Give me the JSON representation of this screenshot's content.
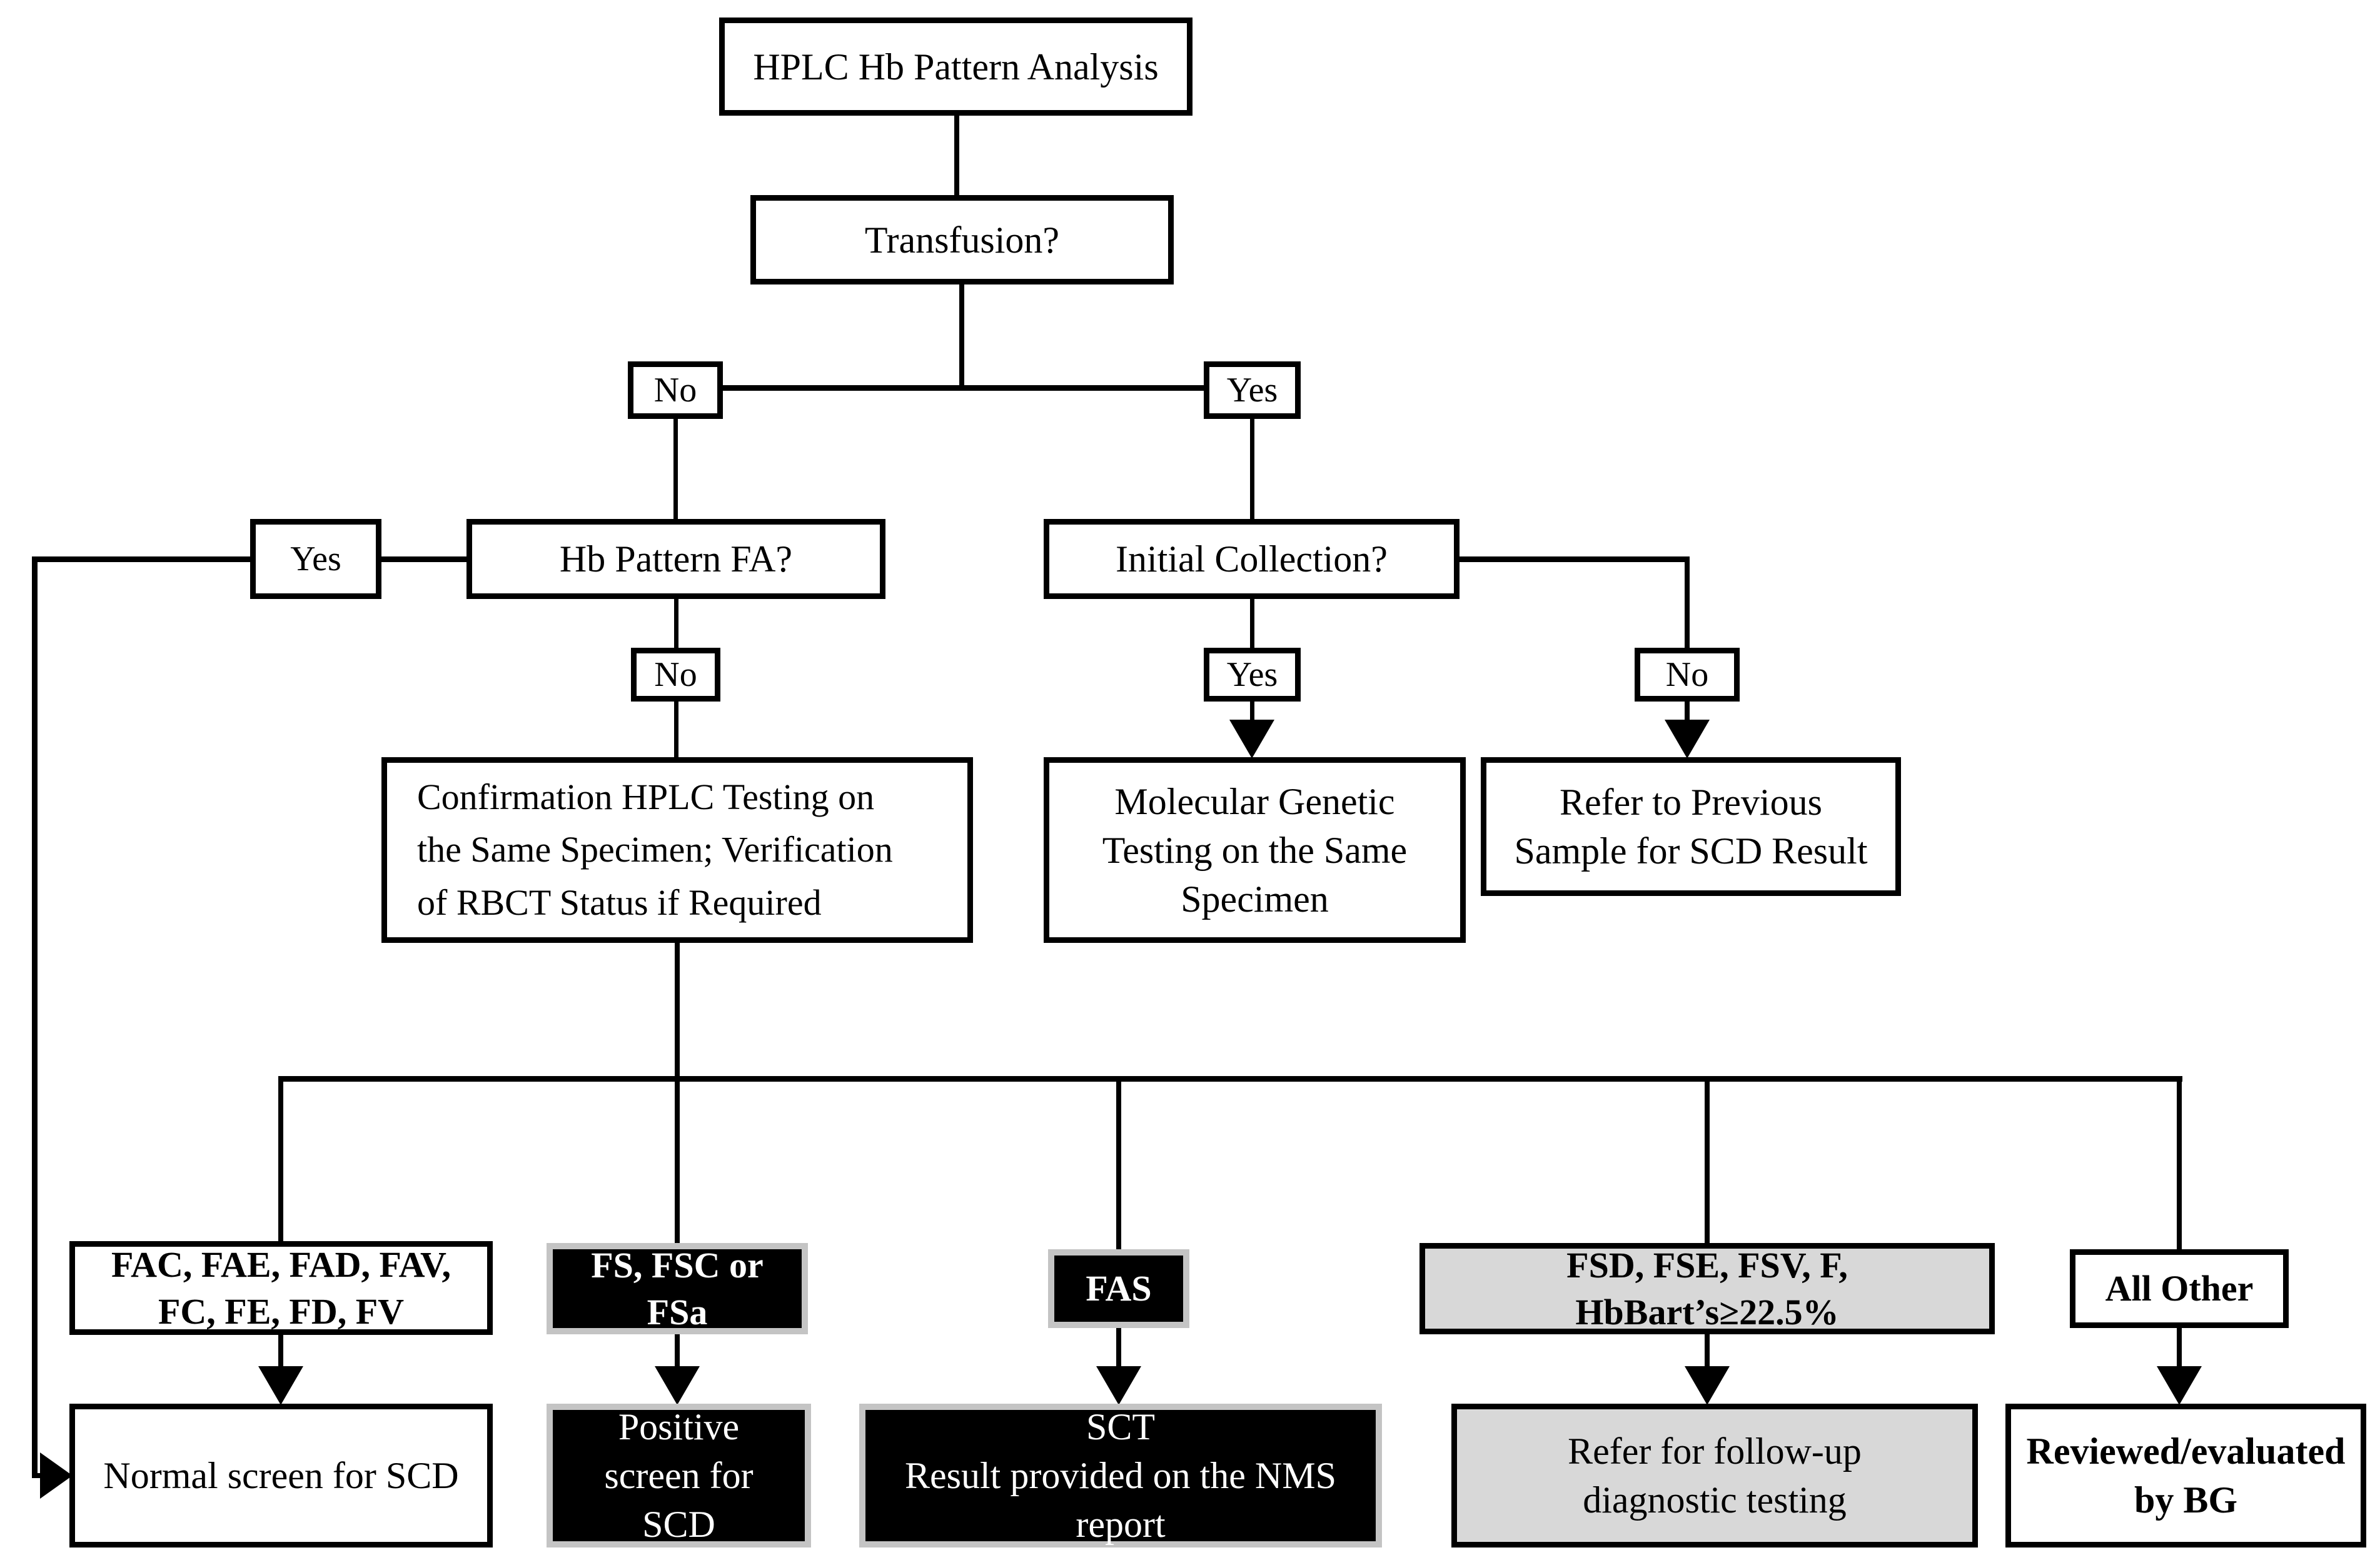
{
  "nodes": {
    "hplc": {
      "label": "HPLC Hb Pattern Analysis"
    },
    "transfusion": {
      "label": "Transfusion?"
    },
    "transfusion_no": {
      "label": "No"
    },
    "transfusion_yes": {
      "label": "Yes"
    },
    "hb_pattern_yes": {
      "label": "Yes"
    },
    "hb_pattern": {
      "label": "Hb Pattern FA?"
    },
    "hb_pattern_no": {
      "label": "No"
    },
    "initial_collection": {
      "label": "Initial Collection?"
    },
    "initial_collection_yes": {
      "label": "Yes"
    },
    "initial_collection_no": {
      "label": "No"
    },
    "confirmation": {
      "label": "Confirmation HPLC Testing on\nthe Same Specimen; Verification\nof RBCT Status if Required"
    },
    "molecular": {
      "label": "Molecular Genetic\nTesting on the Same\nSpecimen"
    },
    "refer_previous": {
      "label": "Refer to Previous\nSample for SCD Result"
    },
    "pattern_normal_group": {
      "label": "FAC, FAE, FAD, FAV,\nFC, FE, FD, FV"
    },
    "pattern_positive_group": {
      "label": "FS, FSC or\nFSa"
    },
    "pattern_fas": {
      "label": "FAS"
    },
    "pattern_followup_group": {
      "label": "FSD, FSE, FSV, F,\nHbBart’s≥22.5%"
    },
    "pattern_all_other": {
      "label": "All Other"
    },
    "result_normal": {
      "label": "Normal screen for SCD"
    },
    "result_positive": {
      "label": "Positive\nscreen for\nSCD"
    },
    "result_sct": {
      "label": "SCT\nResult provided on the NMS\nreport"
    },
    "result_followup": {
      "label": "Refer for follow-up\ndiagnostic testing"
    },
    "result_reviewed": {
      "label": "Reviewed/evaluated\nby BG"
    }
  },
  "colors": {
    "background": "#ffffff",
    "line": "#000000",
    "box_border": "#000000",
    "black_box_bg": "#000000",
    "black_box_border": "#c4c4c4",
    "gray_box_bg": "#d8d8d8",
    "text_light": "#ffffff"
  }
}
